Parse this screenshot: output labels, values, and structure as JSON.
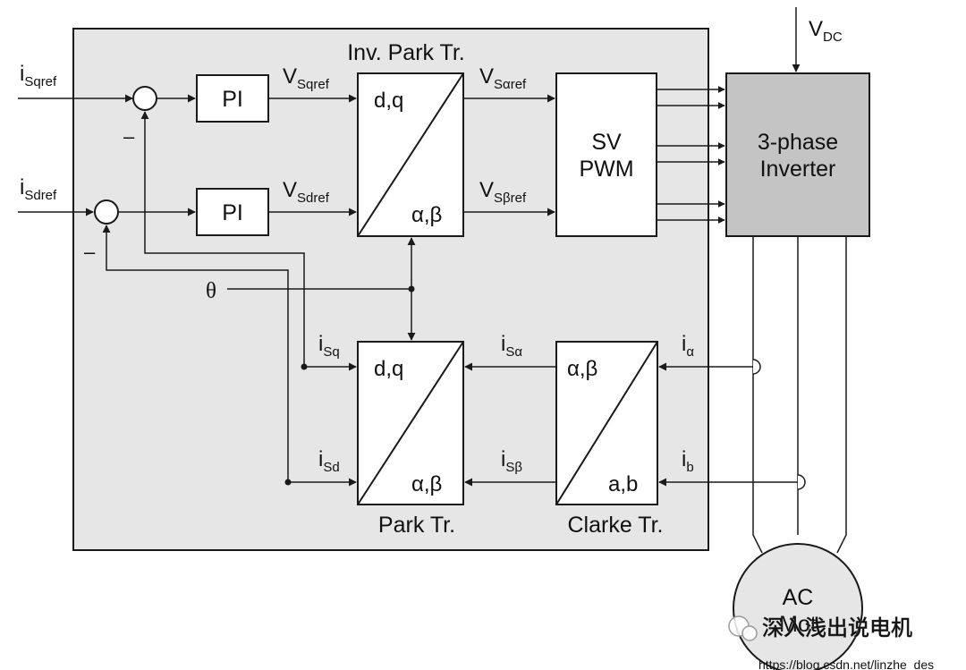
{
  "title": "Inv. Park Tr.",
  "inputs": {
    "isqref": {
      "main": "i",
      "sub": "Sqref"
    },
    "isdref": {
      "main": "i",
      "sub": "Sdref"
    },
    "minus1": "–",
    "minus2": "–"
  },
  "blocks": {
    "pi_top": "PI",
    "pi_bottom": "PI",
    "svpwm_line1": "SV",
    "svpwm_line2": "PWM",
    "inverter_line1": "3-phase",
    "inverter_line2": "Inverter",
    "motor_line1": "AC",
    "motor_line2": "Mot"
  },
  "signals": {
    "vsqref": {
      "main": "V",
      "sub": "Sqref"
    },
    "vsdref": {
      "main": "V",
      "sub": "Sdref"
    },
    "vsaref": {
      "main": "V",
      "sub": "Sαref"
    },
    "vsbref": {
      "main": "V",
      "sub": "Sβref"
    },
    "vdc": {
      "main": "V",
      "sub": "DC"
    },
    "theta": "θ",
    "isq": {
      "main": "i",
      "sub": "Sq"
    },
    "isd": {
      "main": "i",
      "sub": "Sd"
    },
    "isa": {
      "main": "i",
      "sub": "Sα"
    },
    "isb": {
      "main": "i",
      "sub": "Sβ"
    },
    "ia": {
      "main": "i",
      "sub": "α"
    },
    "ib": {
      "main": "i",
      "sub": "b"
    }
  },
  "transforms": {
    "inv_park_top": "d,q",
    "inv_park_bottom": "α,β",
    "park_top": "d,q",
    "park_bottom": "α,β",
    "clarke_top": "α,β",
    "clarke_bottom": "a,b",
    "park_caption": "Park Tr.",
    "clarke_caption": "Clarke Tr."
  },
  "watermark": {
    "wechat": "深入浅出说电机",
    "url": "https://blog.csdn.net/linzhe_des"
  },
  "colors": {
    "panel": "#e6e6e6",
    "inverter": "#c4c4c4",
    "stroke": "#1a1a1a"
  }
}
